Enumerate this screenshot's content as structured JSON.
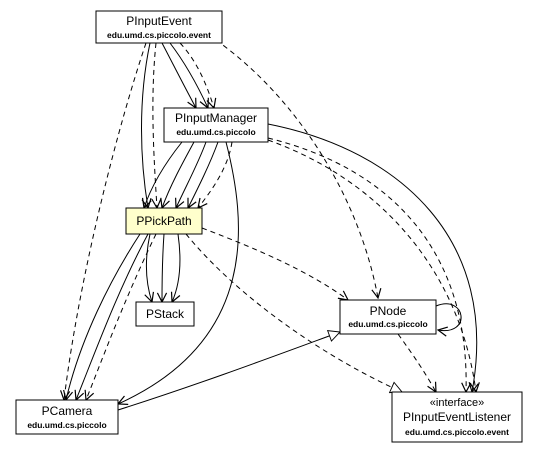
{
  "classes": {
    "pinputevent": {
      "name": "PInputEvent",
      "package": "edu.umd.cs.piccolo.event"
    },
    "pinputmanager": {
      "name": "PInputManager",
      "package": "edu.umd.cs.piccolo"
    },
    "ppickpath": {
      "name": "PPickPath",
      "highlighted": true
    },
    "pstack": {
      "name": "PStack"
    },
    "pnode": {
      "name": "PNode",
      "package": "edu.umd.cs.piccolo"
    },
    "pcamera": {
      "name": "PCamera",
      "package": "edu.umd.cs.piccolo"
    },
    "pinputeventlistener": {
      "name": "PInputEventListener",
      "stereotype": "«interface»",
      "package": "edu.umd.cs.piccolo.event"
    }
  },
  "colors": {
    "highlight_fill": "#ffffcc",
    "box_fill": "#ffffff",
    "stroke": "#000000"
  }
}
